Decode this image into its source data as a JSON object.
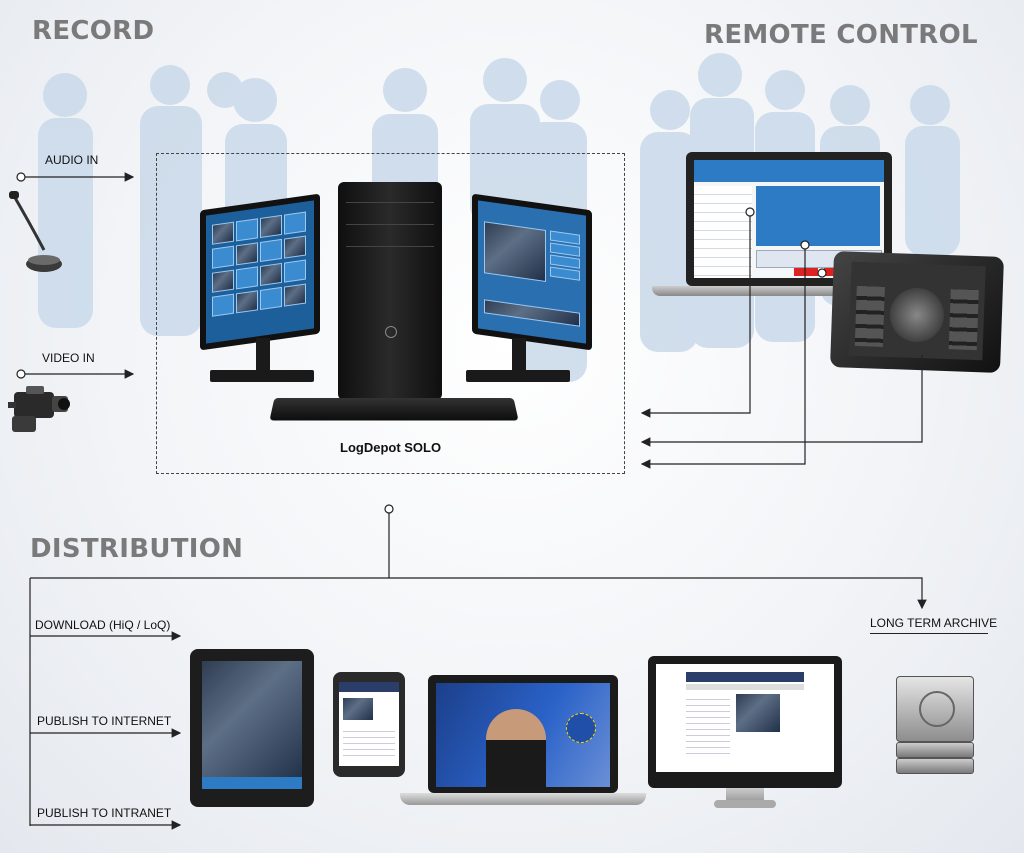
{
  "headings": {
    "record": "RECORD",
    "remote_control": "REMOTE CONTROL",
    "distribution": "DISTRIBUTION"
  },
  "inputs": {
    "audio_in": "AUDIO IN",
    "video_in": "VIDEO IN"
  },
  "product": {
    "name": "LogDepot SOLO"
  },
  "outputs": {
    "download": "DOWNLOAD (HiQ / LoQ)",
    "publish_internet": "PUBLISH TO INTERNET",
    "publish_intranet": "PUBLISH TO INTRANET",
    "archive": "LONG TERM ARCHIVE"
  },
  "colors": {
    "heading": "#7a7a7a",
    "silhouette": "#c9d9ea",
    "screen_blue": "#1d5f9a",
    "line": "#222222"
  }
}
